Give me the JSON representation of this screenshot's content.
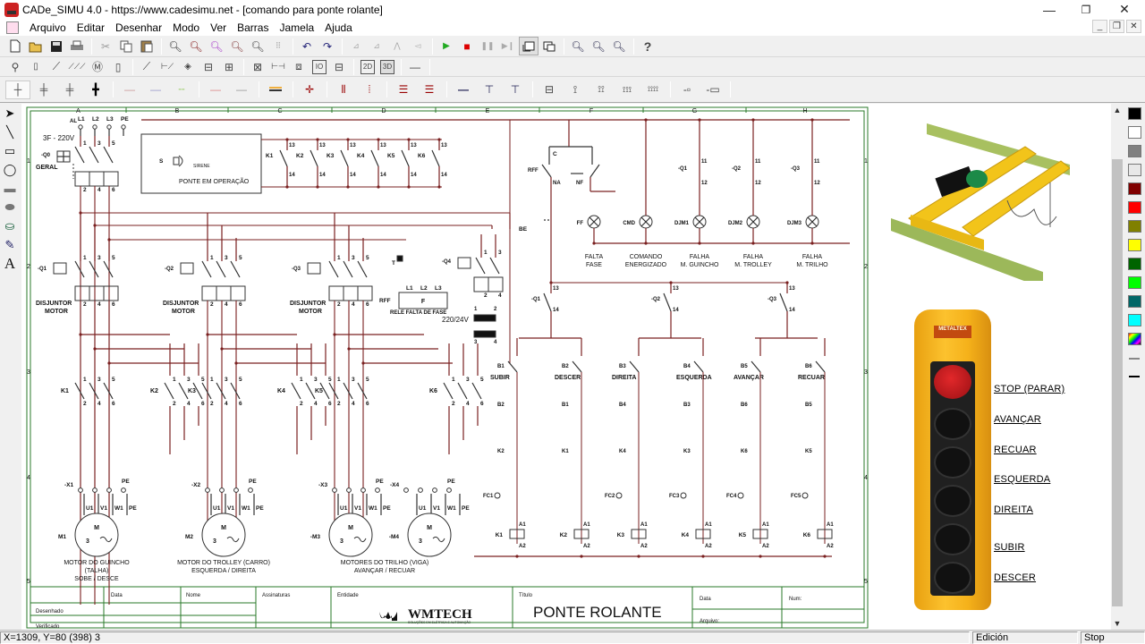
{
  "window": {
    "title": "CADe_SIMU 4.0 - https://www.cadesimu.net - [comando para ponte rolante]",
    "controls": {
      "minimize": "—",
      "maximize": "❐",
      "close": "✕"
    },
    "mdi_controls": {
      "minimize": "_",
      "restore": "❐",
      "close": "✕"
    }
  },
  "menu": [
    "Arquivo",
    "Editar",
    "Desenhar",
    "Modo",
    "Ver",
    "Barras",
    "Jamela",
    "Ajuda"
  ],
  "toolbar1": {
    "file": [
      "new-icon",
      "open-icon",
      "save-icon",
      "print-icon"
    ],
    "edit": [
      "cut-icon",
      "copy-icon",
      "paste-icon"
    ],
    "view": [
      "zoom-fit-icon",
      "zoom-page-icon",
      "zoom-select-icon",
      "zoom-prev-icon",
      "pan-icon",
      "grid-icon"
    ],
    "undo": [
      "undo-icon",
      "redo-icon"
    ],
    "align": [
      "align-left-icon",
      "align-right-icon",
      "flip-icon",
      "rotate-icon"
    ],
    "simulation": {
      "play": "▶",
      "stop": "■",
      "pause": "❚❚",
      "step": "▶❙"
    },
    "window": [
      "window-mode-icon",
      "window-cascade-icon"
    ],
    "zoom": [
      "zoom-in-icon",
      "zoom-out-icon",
      "zoom-fit-icon"
    ],
    "help": "?"
  },
  "toolbar2": {
    "items": [
      "fuse-icon",
      "cartridge-icon",
      "switch-icon",
      "switch-3p-icon",
      "motor-icon",
      "box-icon",
      "contact-icon",
      "pushbutton-icon",
      "diamond-icon",
      "coil-icon",
      "relay-icon",
      "timer-icon",
      "connector-icon",
      "terminal-icon",
      "io-icon",
      "plc-icon"
    ],
    "labels": {
      "view2d": "2D",
      "view3d": "3D"
    }
  },
  "toolbar3": {
    "items": [
      "wire-1-icon",
      "wire-2-icon",
      "wire-3-icon",
      "wire-4-icon",
      "wire-gray-icon",
      "wire-blue-icon",
      "wire-green-icon",
      "wire-pink-icon",
      "wire-gray2-icon",
      "wire-orange-icon",
      "junction-icon",
      "triple-v-icon",
      "triple-v2-icon",
      "triple-h-icon",
      "triple-h2-icon",
      "wire-navy-icon",
      "wire-navy-tee-icon",
      "wire-navy-tee2-icon",
      "terminal-1-icon",
      "terminal-2-icon",
      "terminal-3-icon",
      "terminal-4-icon",
      "terminal-5-icon",
      "connector-male-icon",
      "connector-female-icon"
    ]
  },
  "left_tools": [
    "arrow-select-icon",
    "line-icon",
    "rectangle-icon",
    "ellipse-icon",
    "filled-rectangle-icon",
    "filled-ellipse-icon",
    "fill-bucket-icon",
    "color-picker-icon",
    "text-icon"
  ],
  "palette": {
    "colors": [
      "#000000",
      "#ffffff",
      "#808080",
      "#e8e8e8",
      "#800000",
      "#ff0000",
      "#808000",
      "#ffff00",
      "#006400",
      "#00ff00",
      "#006666",
      "#00ffff"
    ],
    "line_widths": [
      "thin-line",
      "thick-line"
    ]
  },
  "sheet": {
    "columns": [
      "A",
      "B",
      "C",
      "D",
      "E",
      "F",
      "G",
      "H"
    ],
    "rows": [
      "1",
      "2",
      "3",
      "4",
      "5"
    ],
    "title_block": {
      "data": "Data",
      "nome": "Nome",
      "assinaturas": "Assinaturas",
      "entidade": "Entidade",
      "titulo_label": "Título",
      "data2": "Data",
      "num": "Num:",
      "desenhado": "Desenhado",
      "verificado": "Verificado",
      "arquivo": "Arquivo:",
      "logo_text": "WMTECH",
      "logo_sub": "SOLUÇÕES EM ELÉTRICA E AUTOMAÇÃO",
      "title": "PONTE ROLANTE"
    }
  },
  "schematic": {
    "supply": {
      "al": "AL",
      "phases": [
        "L1",
        "L2",
        "L3",
        "PE"
      ],
      "voltage": "3F - 220V",
      "main": "-Q0",
      "main_label": "GERAL"
    },
    "siren": {
      "s": "S",
      "label": "SIRENE",
      "caption": "PONTE EM OPERAÇÃO"
    },
    "aux_contacts": [
      "K1",
      "K2",
      "K3",
      "K4",
      "K5",
      "K6"
    ],
    "breakers": [
      {
        "id": "-Q1",
        "label": "DISJUNTOR MOTOR"
      },
      {
        "id": "-Q2",
        "label": "DISJUNTOR MOTOR"
      },
      {
        "id": "-Q3",
        "label": "DISJUNTOR MOTOR"
      }
    ],
    "q4": "-Q4",
    "phase_relay": {
      "t": "T",
      "id": "RFF",
      "box": "F",
      "label": "RELE FALTA DE FASE",
      "terminals": [
        "L1",
        "L2",
        "L3"
      ]
    },
    "transformer": "220/24V",
    "contactors": [
      [
        "K1",
        "K2"
      ],
      [
        "K3",
        "K4"
      ],
      [
        "K5",
        "K6"
      ]
    ],
    "terminals": [
      "-X1",
      "-X2",
      "-X3",
      "-X4"
    ],
    "motors": [
      {
        "id": "M1",
        "caption": [
          "MOTOR DO GUINCHO",
          "(TALHA)",
          "SOBE / DESCE"
        ]
      },
      {
        "id": "M2",
        "caption": [
          "MOTOR DO TROLLEY (CARRO)",
          "ESQUERDA / DIREITA"
        ]
      },
      {
        "id": "-M3",
        "caption": [
          "MOTORES DO TRILHO (VIGA)",
          "AVANÇAR / RECUAR"
        ]
      },
      {
        "id": "-M4",
        "caption": []
      }
    ],
    "motor_pins": [
      "U1",
      "V1",
      "W1",
      "PE"
    ],
    "signal": {
      "rff": "RFF",
      "c": "C",
      "na": "NA",
      "nf": "NF",
      "be": "BE",
      "lamps": [
        {
          "id": "FF",
          "label": [
            "FALTA",
            "FASE"
          ]
        },
        {
          "id": "CMD",
          "label": [
            "COMANDO",
            "ENERGIZADO"
          ]
        },
        {
          "id": "DJM1",
          "label": [
            "FALHA",
            "M. GUINCHO"
          ]
        },
        {
          "id": "DJM2",
          "label": [
            "FALHA",
            "M. TROLLEY"
          ]
        },
        {
          "id": "DJM3",
          "label": [
            "FALHA",
            "M. TRILHO"
          ]
        }
      ],
      "breaker_contacts": [
        "-Q1",
        "-Q2",
        "-Q3"
      ]
    },
    "buttons": [
      {
        "id": "B1",
        "label": "SUBIR",
        "interlock_b": "B2",
        "interlock_k": "K2",
        "fc": "FC1",
        "coil": "K1"
      },
      {
        "id": "B2",
        "label": "DESCER",
        "interlock_b": "B1",
        "interlock_k": "K1",
        "fc": "",
        "coil": "K2"
      },
      {
        "id": "B3",
        "label": "DIREITA",
        "interlock_b": "B4",
        "interlock_k": "K4",
        "fc": "FC2",
        "coil": "K3"
      },
      {
        "id": "B4",
        "label": "ESQUERDA",
        "interlock_b": "B3",
        "interlock_k": "K3",
        "fc": "FC3",
        "coil": "K4"
      },
      {
        "id": "B5",
        "label": "AVANÇAR",
        "interlock_b": "B6",
        "interlock_k": "K6",
        "fc": "FC4",
        "coil": "K5"
      },
      {
        "id": "B6",
        "label": "RECUAR",
        "interlock_b": "B5",
        "interlock_k": "K5",
        "fc": "FC5",
        "coil": "K6"
      }
    ]
  },
  "pendant": {
    "brand": "METALTEX",
    "labels": [
      "STOP (PARAR)",
      "AVANÇAR",
      "RECUAR",
      "ESQUERDA",
      "DIREITA",
      "SUBIR",
      "DESCER"
    ]
  },
  "status": {
    "coords": "X=1309, Y=80 (398) 3",
    "mode": "Edición",
    "sim": "Stop"
  }
}
